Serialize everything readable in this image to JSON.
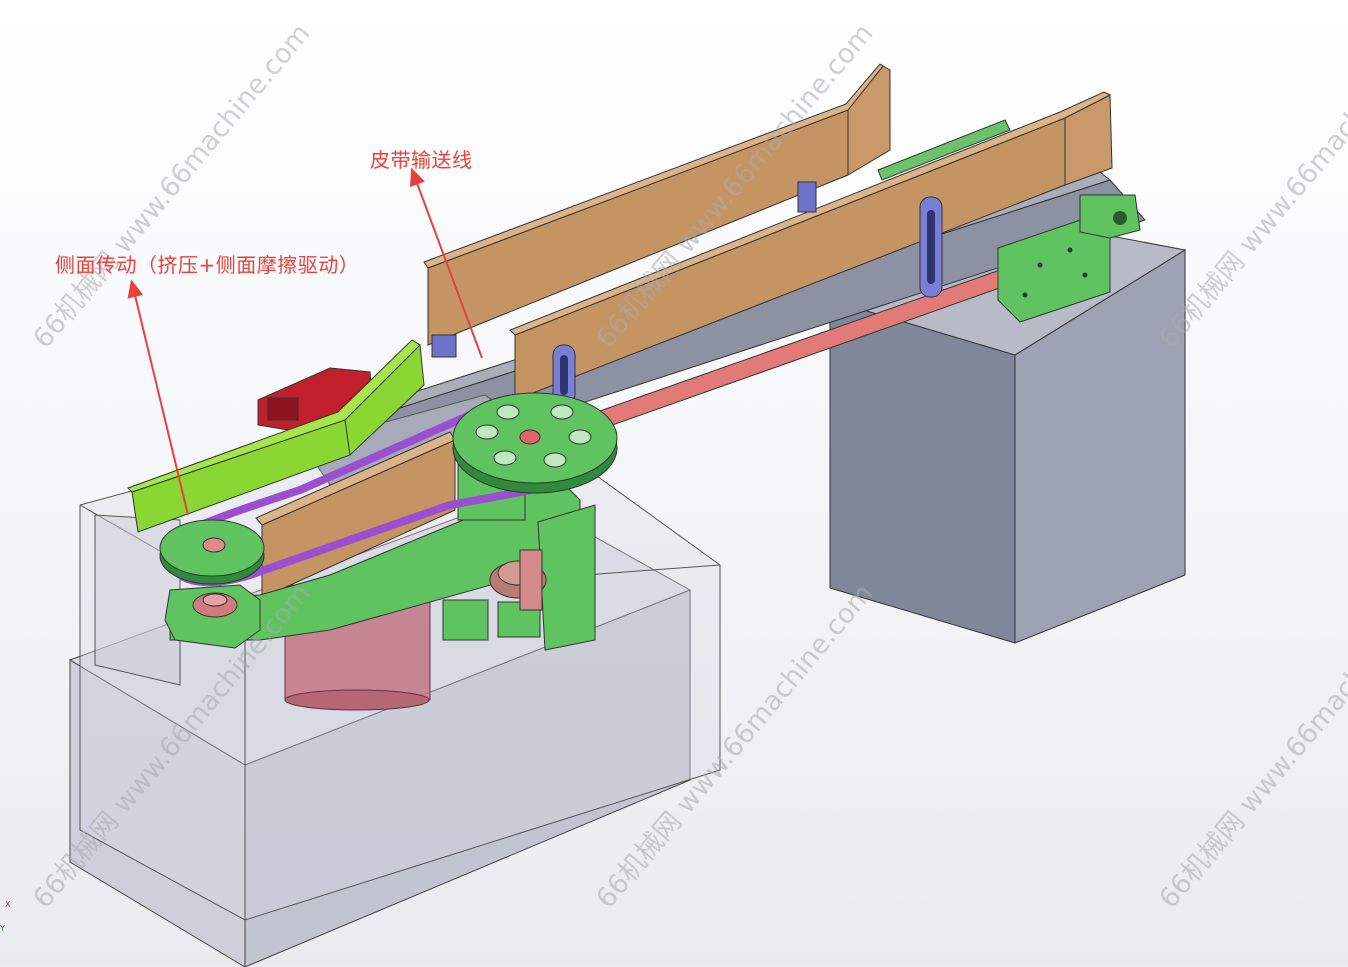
{
  "labels": {
    "conveyor": "皮带输送线",
    "side_drive": "侧面传动（挤压+侧面摩擦驱动）"
  },
  "watermark": "66机械网 www.66machine.com",
  "axis_triad": {
    "x": "X",
    "y": "Y"
  },
  "colors": {
    "annotation": "#e8413d",
    "belt": "#9a4fd0",
    "guide_rail": "#c4905e",
    "bracket": "#5fc460",
    "base_block": "#858c9e",
    "pulley": "#3fa24c"
  }
}
